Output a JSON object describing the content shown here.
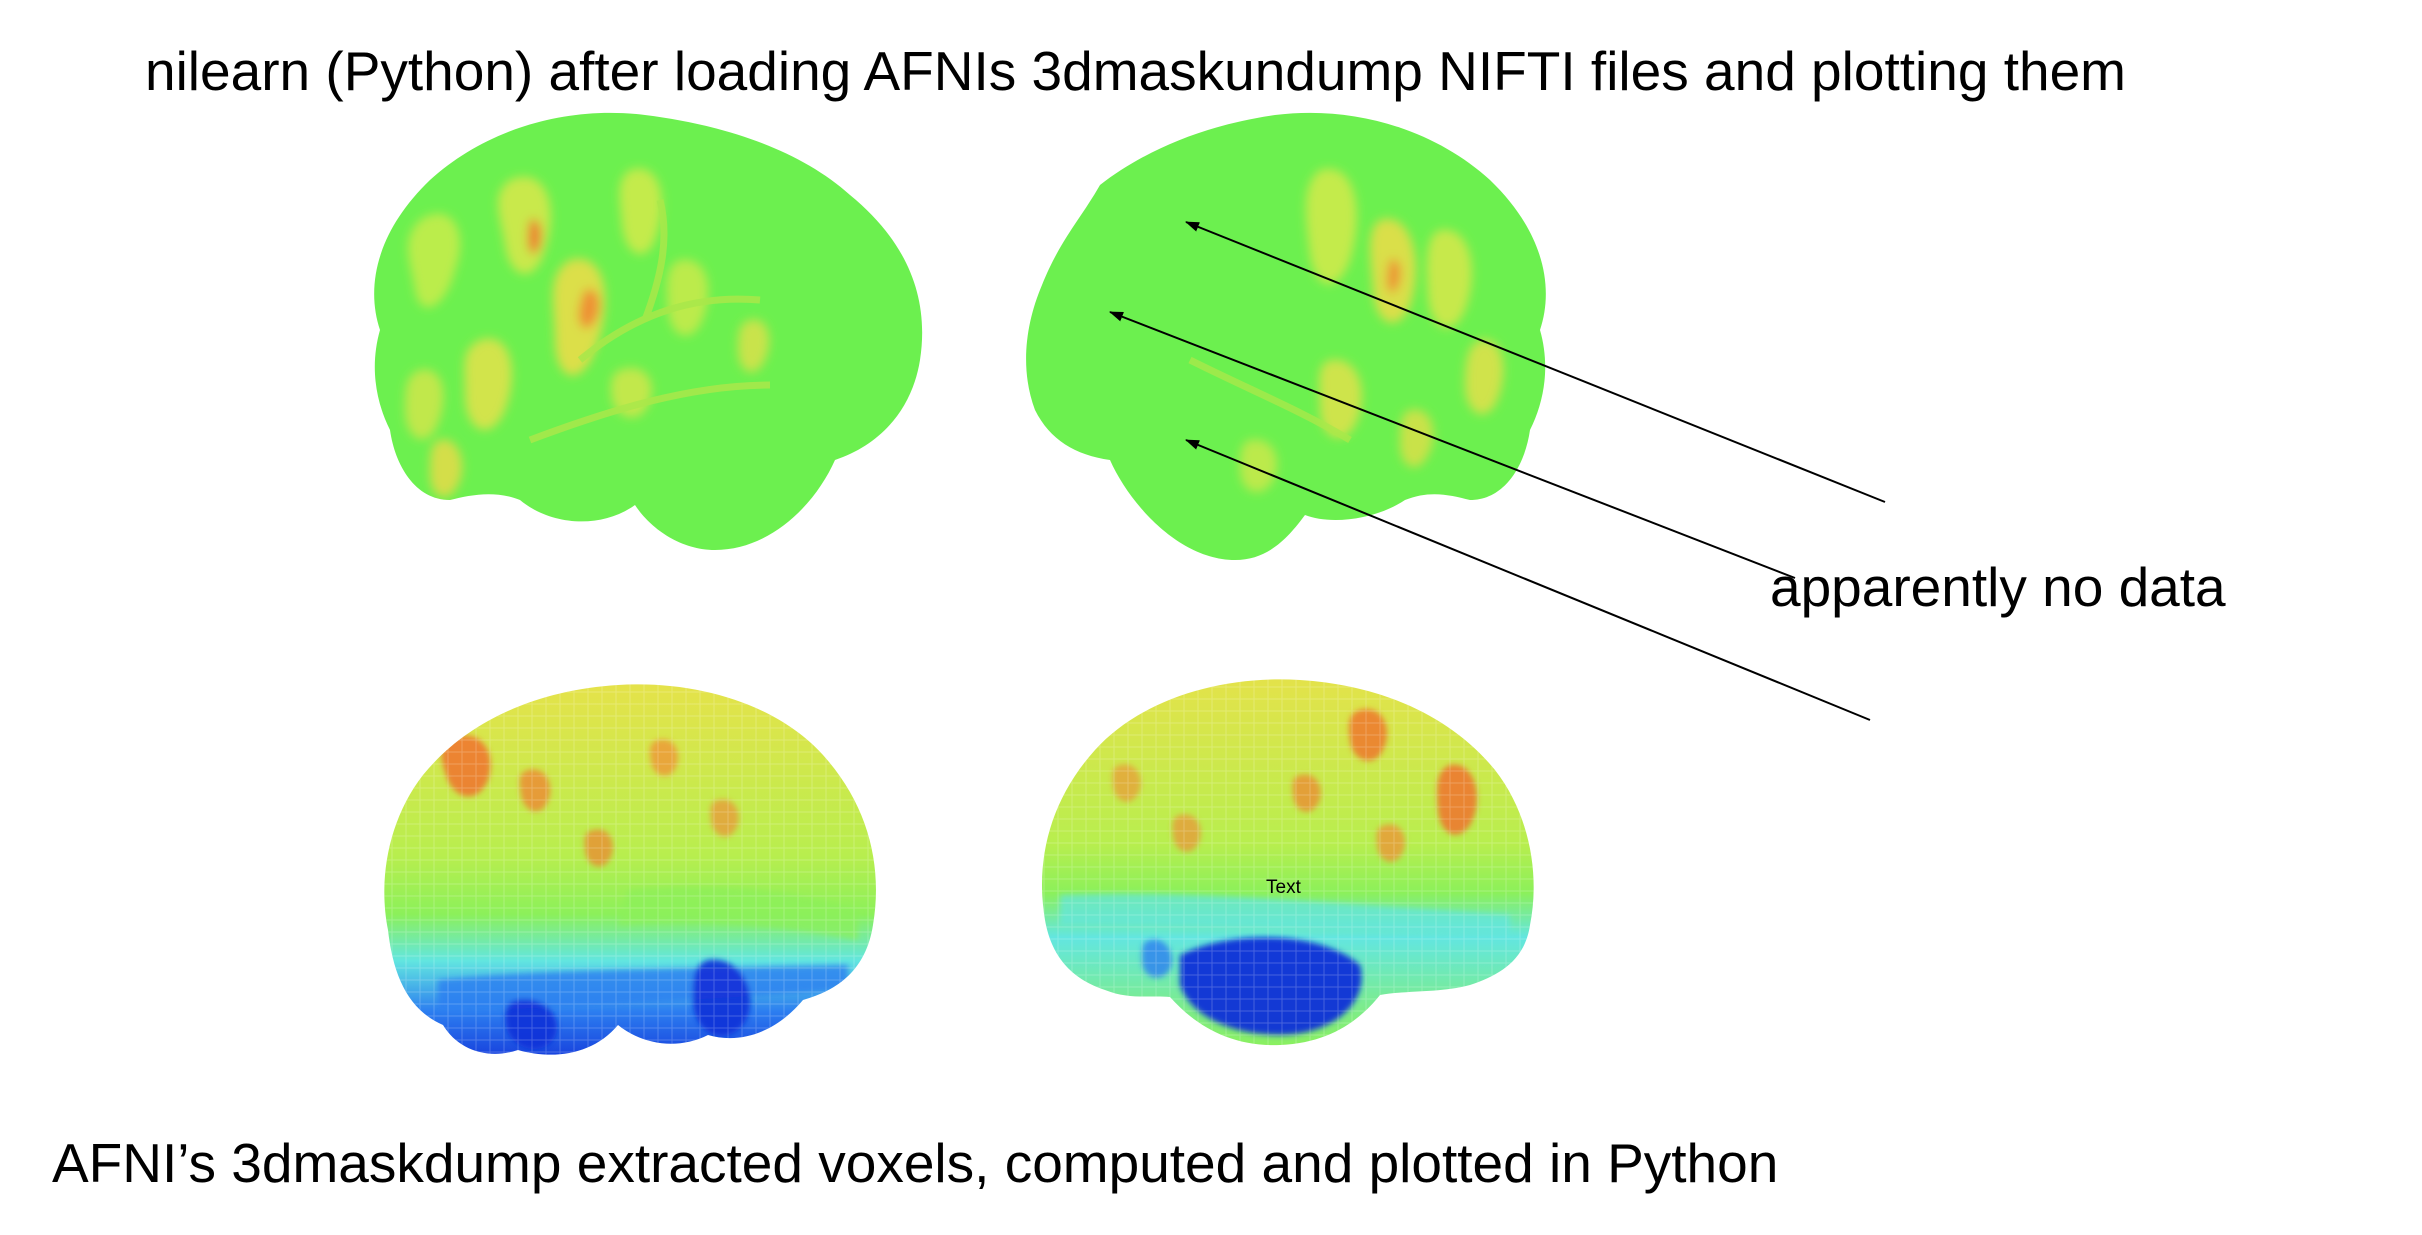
{
  "labels": {
    "top_title": "nilearn (Python) after loading AFNIs 3dmaskundump NIFTI files and plotting them",
    "bottom_caption": "AFNI’s 3dmaskdump extracted voxels, computed and plotted in Python",
    "annotation": "apparently no data",
    "tiny_label": "Text"
  },
  "colors": {
    "surface_green": "#6cf04f",
    "hot_orange": "#f26a2a",
    "warm_yellow": "#f2e64a",
    "cyan": "#62e6e0",
    "deep_blue": "#1230d8",
    "arrow": "#000000"
  }
}
